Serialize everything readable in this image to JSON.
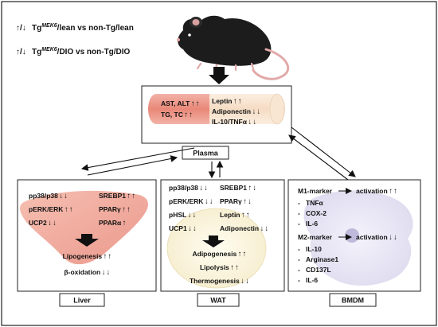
{
  "legend": {
    "lean": {
      "arrows": "↑/↓",
      "prefix": "Tg",
      "sup": "MEK6",
      "suffix": "/lean vs non-Tg/lean",
      "color": "#e0201a"
    },
    "dio": {
      "arrows": "↑/↓",
      "prefix": "Tg",
      "sup": "MEK6",
      "suffix": "/DIO vs non-Tg/DIO",
      "color": "#1a2f86"
    }
  },
  "colors": {
    "up_red": "#e0201a",
    "down_blue": "#1a2f86"
  },
  "plasma": {
    "title": "Plasma",
    "left_items": [
      {
        "label": "AST, ALT",
        "arrows": [
          "up_red",
          "up_blue"
        ]
      },
      {
        "label": "TG, TC",
        "arrows": [
          "up_red",
          "up_blue"
        ]
      }
    ],
    "right_items": [
      {
        "label": "Leptin",
        "arrows": [
          "up_red",
          "up_blue"
        ]
      },
      {
        "label": "Adiponectin",
        "arrows": [
          "down_red",
          "down_blue"
        ]
      },
      {
        "label": "IL-10/TNFα",
        "arrows": [
          "down_red",
          "down_blue"
        ]
      }
    ]
  },
  "liver": {
    "title": "Liver",
    "left_items": [
      {
        "label": "pp38/p38",
        "arrows": [
          "down_red",
          "down_blue"
        ]
      },
      {
        "label": "pERK/ERK",
        "arrows": [
          "up_red",
          "up_blue"
        ]
      },
      {
        "label": "UCP2",
        "arrows": [
          "down_red",
          "down_blue"
        ]
      }
    ],
    "right_items": [
      {
        "label": "SREBP1",
        "arrows": [
          "up_red",
          "up_blue"
        ]
      },
      {
        "label": "PPARγ",
        "arrows": [
          "up_red",
          "up_blue"
        ]
      },
      {
        "label": "PPARα",
        "arrows": [
          "up_red"
        ]
      }
    ],
    "outcomes": [
      {
        "label": "Lipogenesis",
        "arrows": [
          "up_red",
          "up_blue"
        ]
      },
      {
        "label": "β-oxidation",
        "arrows": [
          "down_red",
          "down_blue"
        ]
      }
    ]
  },
  "wat": {
    "title": "WAT",
    "left_items": [
      {
        "label": "pp38/p38",
        "arrows": [
          "down_red",
          "down_blue"
        ]
      },
      {
        "label": "pERK/ERK",
        "arrows": [
          "down_red",
          "down_blue"
        ]
      },
      {
        "label": "pHSL",
        "arrows": [
          "down_red",
          "down_blue"
        ]
      },
      {
        "label": "UCP1",
        "arrows": [
          "down_red",
          "down_blue"
        ]
      }
    ],
    "right_items": [
      {
        "label": "SREBP1",
        "arrows": [
          "up_red",
          "down_blue"
        ]
      },
      {
        "label": "PPARγ",
        "arrows": [
          "up_red",
          "down_blue"
        ]
      },
      {
        "label": "Leptin",
        "arrows": [
          "up_red",
          "up_blue"
        ]
      },
      {
        "label": "Adiponectin",
        "arrows": [
          "down_red",
          "down_blue"
        ]
      }
    ],
    "outcomes": [
      {
        "label": "Adipogenesis",
        "arrows": [
          "up_red",
          "up_blue"
        ]
      },
      {
        "label": "Lipolysis",
        "arrows": [
          "up_red",
          "up_blue"
        ]
      },
      {
        "label": "Thermogenesis",
        "arrows": [
          "down_red",
          "down_blue"
        ]
      }
    ]
  },
  "bmdm": {
    "title": "BMDM",
    "m1": {
      "label": "M1-marker",
      "result": "activation",
      "arrows": [
        "up_red",
        "up_blue"
      ],
      "items": [
        "TNFα",
        "COX-2",
        "IL-6"
      ]
    },
    "m2": {
      "label": "M2-marker",
      "result": "activation",
      "arrows": [
        "down_red",
        "down_blue"
      ],
      "items": [
        "IL-10",
        "Arginase1",
        "CD137L",
        "IL-6"
      ]
    }
  }
}
